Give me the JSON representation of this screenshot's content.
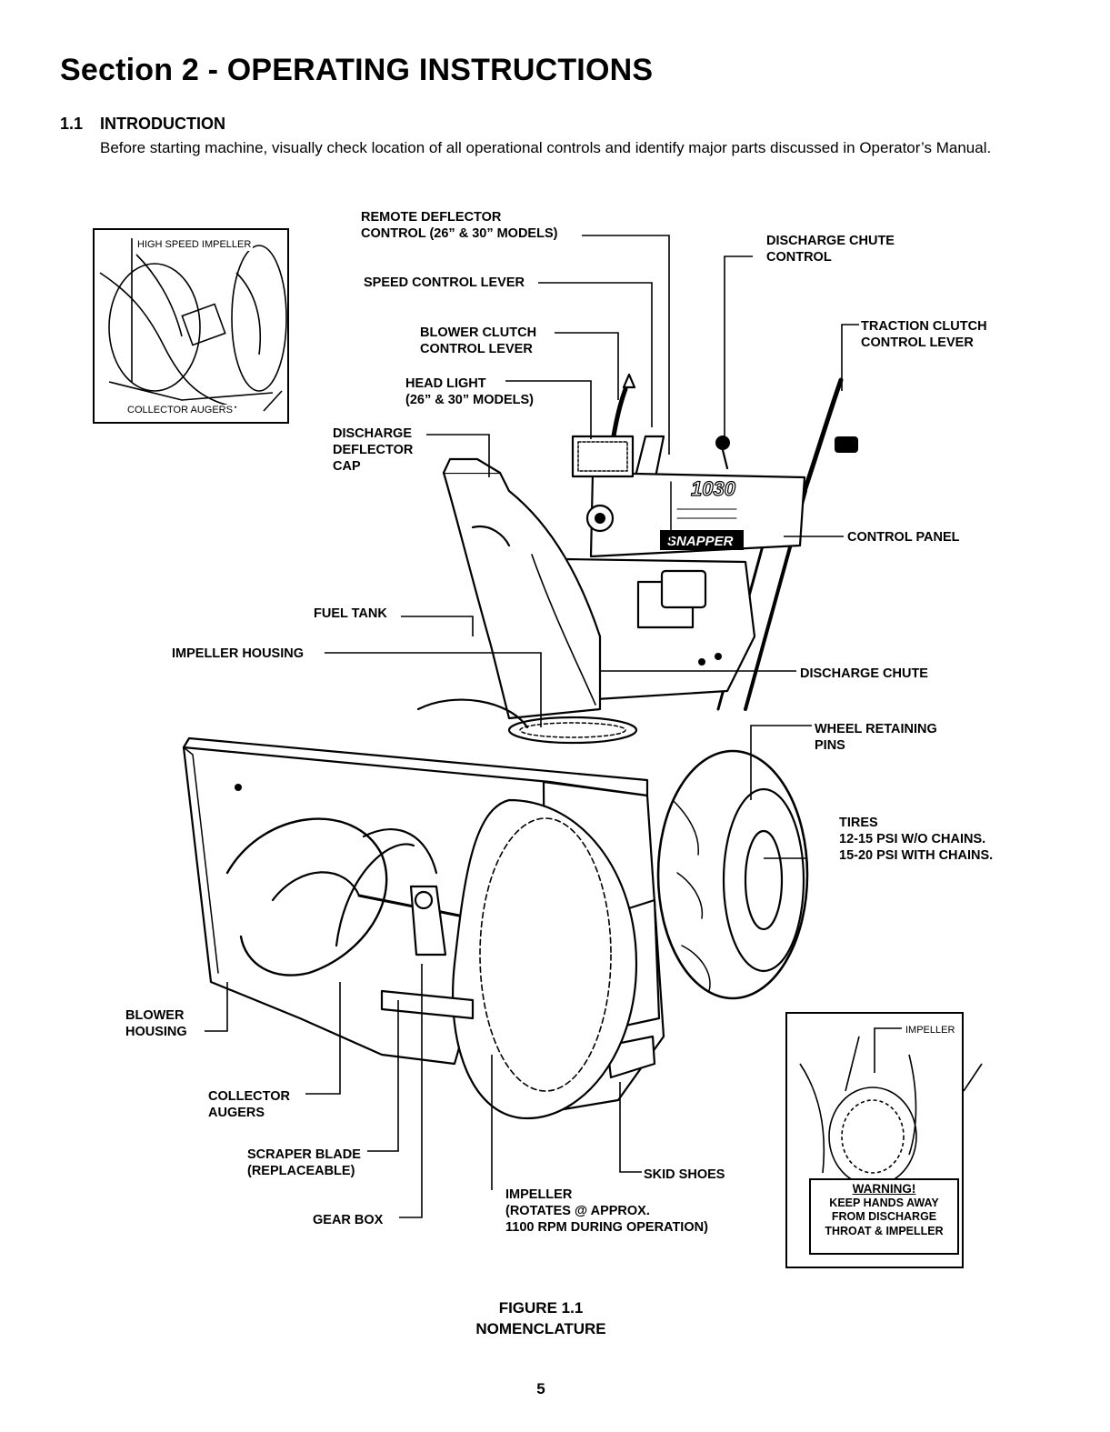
{
  "header": {
    "title": "Section 2 - OPERATING INSTRUCTIONS"
  },
  "section": {
    "number": "1.1",
    "heading": "INTRODUCTION",
    "text": "Before starting machine, visually check location of all operational controls and identify major parts discussed in Operator’s Manual."
  },
  "labels": {
    "remote_deflector": "REMOTE DEFLECTOR\nCONTROL (26” & 30” MODELS)",
    "speed_control": "SPEED CONTROL LEVER",
    "blower_clutch": "BLOWER CLUTCH\nCONTROL LEVER",
    "head_light": "HEAD LIGHT\n(26” & 30” MODELS)",
    "discharge_deflector": "DISCHARGE\nDEFLECTOR\nCAP",
    "discharge_chute_control": "DISCHARGE CHUTE\nCONTROL",
    "traction_clutch": "TRACTION CLUTCH\nCONTROL LEVER",
    "control_panel": "CONTROL PANEL",
    "fuel_tank": "FUEL TANK",
    "impeller_housing": "IMPELLER HOUSING",
    "discharge_chute": "DISCHARGE CHUTE",
    "wheel_pins": "WHEEL RETAINING\nPINS",
    "tires": "TIRES\n12-15 PSI W/O CHAINS.\n15-20 PSI WITH CHAINS.",
    "blower_housing": "BLOWER\nHOUSING",
    "collector_augers": "COLLECTOR\nAUGERS",
    "scraper_blade": "SCRAPER BLADE\n(REPLACEABLE)",
    "gear_box": "GEAR BOX",
    "impeller": "IMPELLER\n(ROTATES @ APPROX.\n1100 RPM DURING OPERATION)",
    "skid_shoes": "SKID SHOES"
  },
  "inset_left": {
    "top_label": "HIGH SPEED IMPELLER",
    "bottom_label": "COLLECTOR AUGERS"
  },
  "inset_right": {
    "top_label": "IMPELLER",
    "warning_title": "WARNING!",
    "warning_text": "KEEP HANDS AWAY\nFROM DISCHARGE\nTHROAT & IMPELLER"
  },
  "machine": {
    "model_badge": "1030",
    "brand_badge": "SNAPPER"
  },
  "figure": {
    "number": "FIGURE 1.1",
    "caption": "NOMENCLATURE"
  },
  "page_number": "5"
}
